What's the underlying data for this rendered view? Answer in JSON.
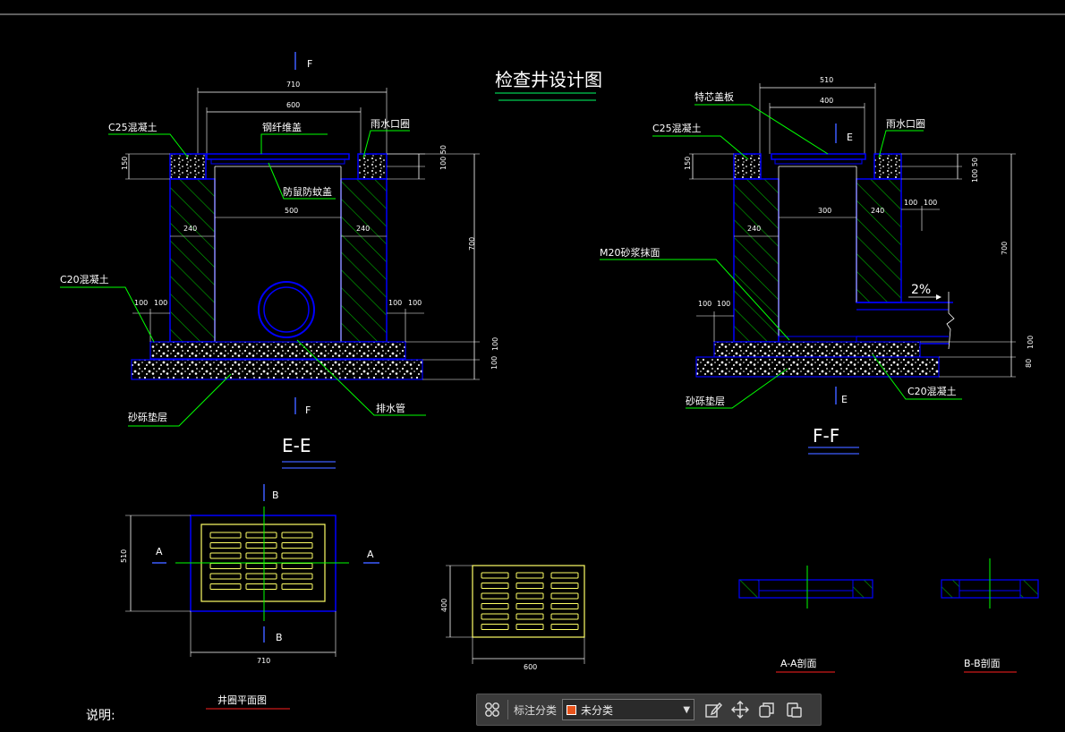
{
  "drawing": {
    "title": "检查井设计图",
    "section_ee": {
      "name": "E-E",
      "cut_mark_top": "F",
      "cut_mark_bottom": "F",
      "dims": {
        "outer_width": "710",
        "inner_width": "600",
        "inner_opening": "500",
        "wall_left": "240",
        "wall_right": "240",
        "cap_height": "150",
        "right_top": "100 50",
        "total_height": "700",
        "base_100_a": "100",
        "base_100_b": "100",
        "left_step_a": "100",
        "left_step_b": "100",
        "right_step_a": "100",
        "right_step_b": "100"
      },
      "labels": {
        "c25": "C25混凝土",
        "cover": "钢纤维盖",
        "inlet": "雨水口圈",
        "anti_rat": "防鼠防蚊盖",
        "c20": "C20混凝土",
        "sand": "砂砾垫层",
        "drain": "排水管"
      }
    },
    "section_ff": {
      "name": "F-F",
      "cut_mark_top": "E",
      "cut_mark_bottom": "E",
      "dims": {
        "outer_width": "510",
        "inner_width": "400",
        "opening": "300",
        "wall": "240",
        "wall_left": "240",
        "cap_height": "150",
        "right_top": "100 50",
        "pipe_gap_a": "100",
        "pipe_gap_b": "100",
        "total_height": "700",
        "base_100": "100",
        "base_80": "80",
        "left_step_a": "100",
        "left_step_b": "100",
        "slope": "2%"
      },
      "labels": {
        "cover": "特芯盖板",
        "c25": "C25混凝土",
        "inlet": "雨水口圈",
        "m20": "M20砂浆抹面",
        "c20": "C20混凝土",
        "sand": "砂砾垫层"
      }
    },
    "plan": {
      "name": "井圈平面图",
      "mark_b_top": "B",
      "mark_b_bottom": "B",
      "mark_a_left": "A",
      "mark_a_right": "A",
      "dim_height": "510",
      "dim_width": "710"
    },
    "grate": {
      "dim_height": "400",
      "dim_width": "600"
    },
    "section_aa": {
      "name": "A-A剖面"
    },
    "section_bb": {
      "name": "B-B剖面"
    },
    "notes_heading": "说明:"
  },
  "toolbar": {
    "category_label": "标注分类",
    "selected": "未分类",
    "swatch_color": "#e8541c",
    "icons": [
      "grid-icon",
      "edit-icon",
      "move-icon",
      "copy-icon",
      "paste-icon"
    ]
  },
  "colors": {
    "wall": "#0000ff",
    "hatch": "#00c000",
    "leader": "#00ff00",
    "grate": "#ffff66",
    "cut": "#3c5cff",
    "title_underline": "#00ff66",
    "red_underline": "#ff2020"
  }
}
